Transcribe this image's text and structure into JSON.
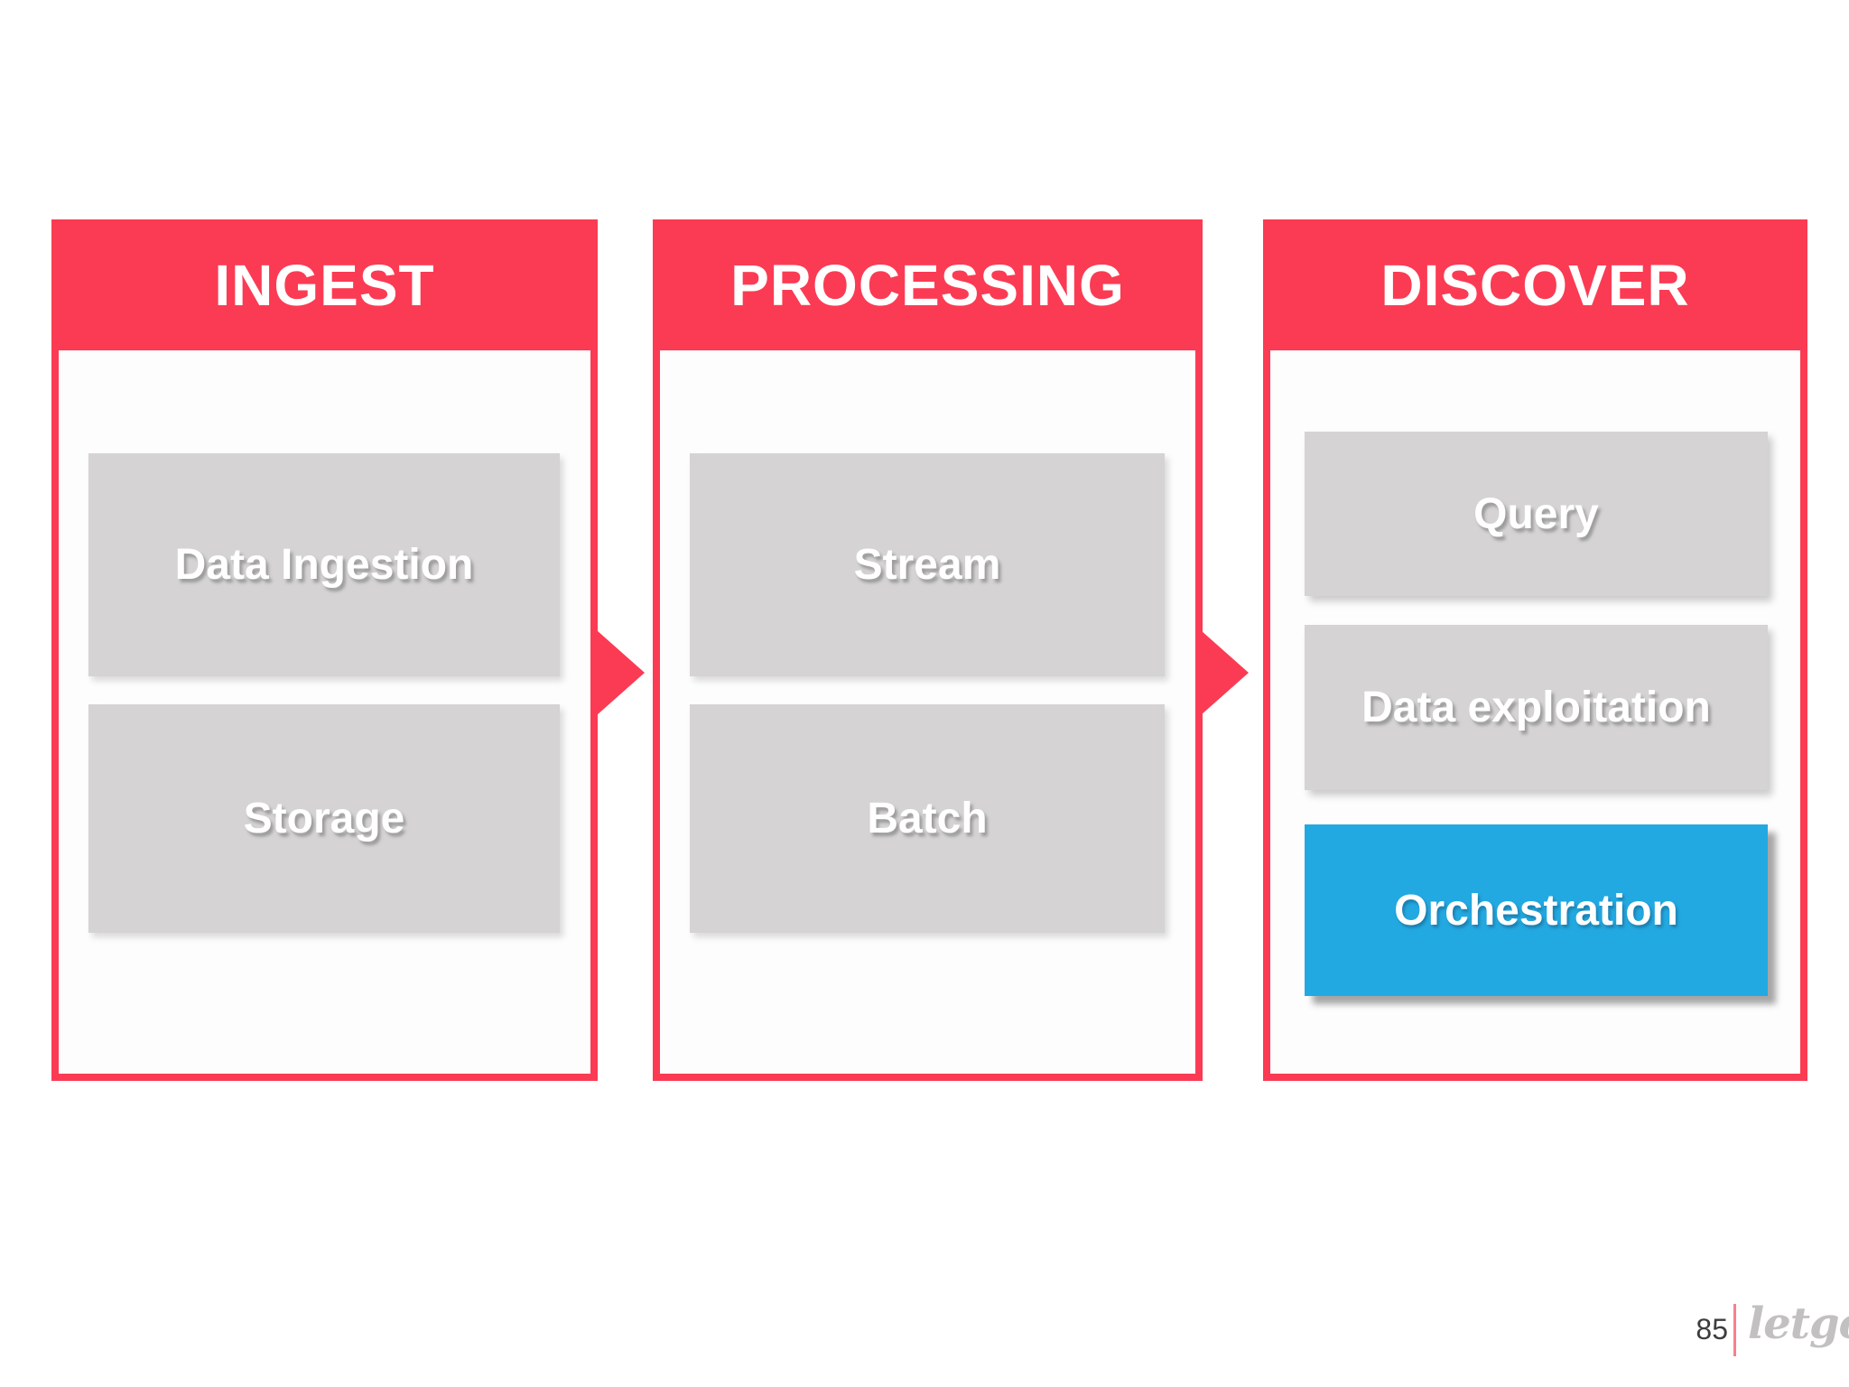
{
  "slide": {
    "columns": [
      {
        "header": "INGEST",
        "boxes": [
          {
            "label": "Data Ingestion"
          },
          {
            "label": "Storage"
          }
        ]
      },
      {
        "header": "PROCESSING",
        "boxes": [
          {
            "label": "Stream"
          },
          {
            "label": "Batch"
          }
        ]
      },
      {
        "header": "DISCOVER",
        "boxes": [
          {
            "label": "Query"
          },
          {
            "label": "Data exploitation"
          },
          {
            "label": "Orchestration",
            "highlighted": true
          }
        ]
      }
    ],
    "arrows": [
      {
        "icon": "arrow-right"
      },
      {
        "icon": "arrow-right"
      }
    ],
    "footer": {
      "page_number": "85",
      "logo_text": "letgo"
    },
    "colors": {
      "accent_red": "#fb3b53",
      "box_gray": "#d5d3d4",
      "highlight_blue": "#23a9e1",
      "logo_gray": "#c2c0c1"
    }
  }
}
